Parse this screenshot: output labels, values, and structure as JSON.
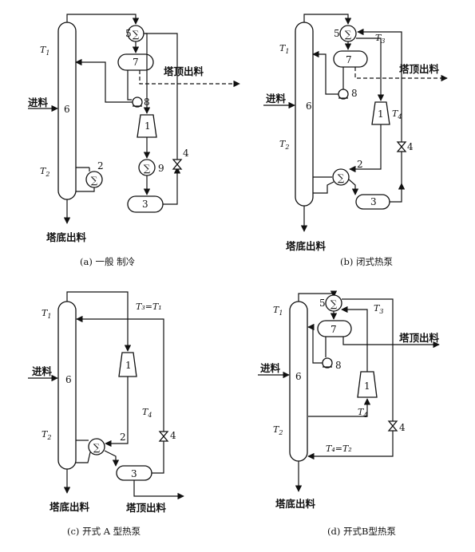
{
  "common": {
    "feed": "进料",
    "top_product": "塔顶出料",
    "bottom_product": "塔底出料",
    "T1": "T",
    "T1_sub": "1",
    "T2": "T",
    "T2_sub": "2",
    "T3": "T",
    "T3_sub": "3",
    "T4": "T",
    "T4_sub": "4"
  },
  "numbers": {
    "n1": "1",
    "n2": "2",
    "n3": "3",
    "n4": "4",
    "n5": "5",
    "n6": "6",
    "n7": "7",
    "n8": "8",
    "n9": "9"
  },
  "relations": {
    "c_T3eqT1": "T₃=T₁",
    "d_T4eqT2": "T₄=T₂"
  },
  "captions": {
    "a": "(a) 一般 制冷",
    "b": "(b) 闭式热泵",
    "c": "(c) 开式 A 型热泵",
    "d": "(d) 开式B型热泵"
  },
  "symbols": {
    "exchanger": "∑"
  }
}
